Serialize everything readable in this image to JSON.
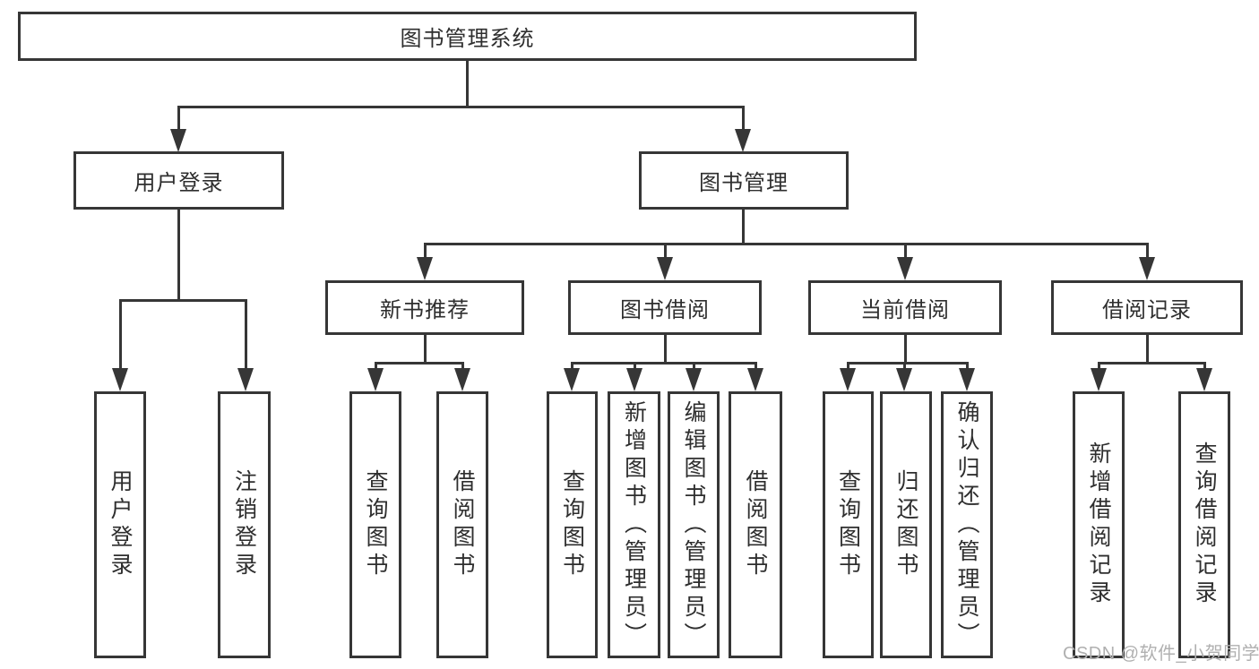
{
  "tree": {
    "label": "图书管理系统",
    "children": [
      {
        "label": "用户登录",
        "children": [
          {
            "label": "用户登录"
          },
          {
            "label": "注销登录"
          }
        ]
      },
      {
        "label": "图书管理",
        "children": [
          {
            "label": "新书推荐",
            "children": [
              {
                "label": "查询图书"
              },
              {
                "label": "借阅图书"
              }
            ]
          },
          {
            "label": "图书借阅",
            "children": [
              {
                "label": "查询图书"
              },
              {
                "label": "新增图书（管理员）"
              },
              {
                "label": "编辑图书（管理员）"
              },
              {
                "label": "借阅图书"
              }
            ]
          },
          {
            "label": "当前借阅",
            "children": [
              {
                "label": "查询图书"
              },
              {
                "label": "归还图书"
              },
              {
                "label": "确认归还（管理员）"
              }
            ]
          },
          {
            "label": "借阅记录",
            "children": [
              {
                "label": "新增借阅记录"
              },
              {
                "label": "查询借阅记录"
              }
            ]
          }
        ]
      }
    ]
  },
  "watermark": "CSDN @软件_小贺同学",
  "colors": {
    "line": "#363636",
    "text": "#2e2e2e",
    "box_background": "#ffffff",
    "watermark": "#b0b0b0",
    "background": "#ffffff"
  }
}
